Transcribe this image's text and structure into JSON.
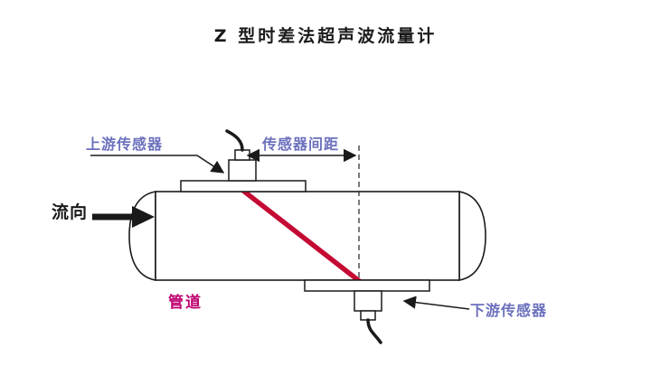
{
  "title": "Z 型时差法超声波流量计",
  "labels": {
    "upstream_sensor": "上游传感器",
    "sensor_spacing": "传感器间距",
    "downstream_sensor": "下游传感器",
    "flow_direction": "流向",
    "pipe": "管道"
  },
  "colors": {
    "annotation_blue": "#6b70bd",
    "pipe_label_magenta": "#bf0070",
    "beam_red": "#c40a33",
    "line_black": "#1a1a1a",
    "bg": "#ffffff"
  },
  "diagram_type": "Z-method transit-time ultrasonic flowmeter"
}
